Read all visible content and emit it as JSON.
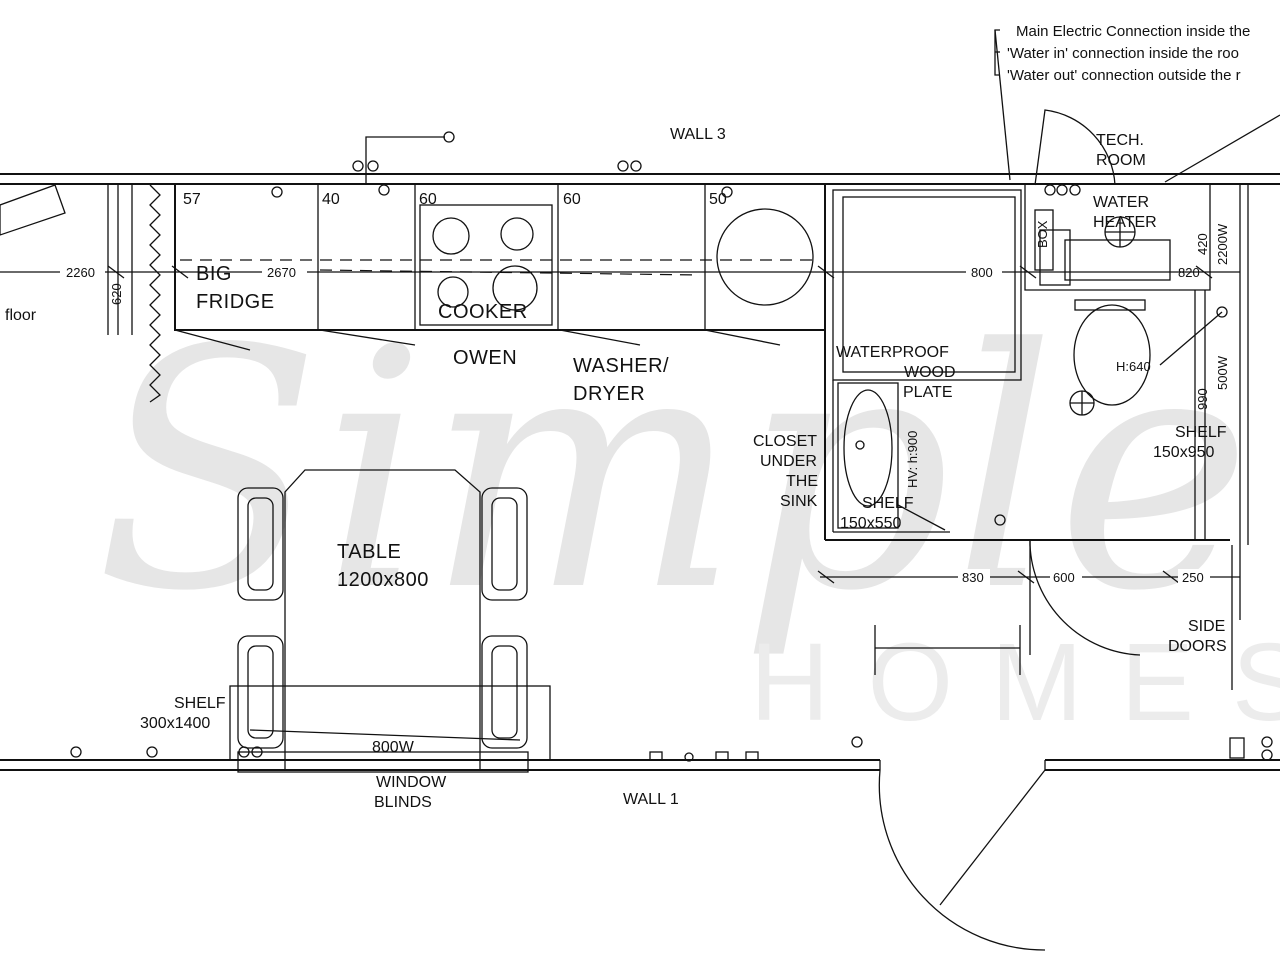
{
  "notes": {
    "line1": "Main Electric Connection inside the",
    "line2": "'Water in' connection inside the roo",
    "line3": "'Water out' connection outside the r"
  },
  "walls": {
    "wall3": "WALL 3",
    "wall1": "WALL 1"
  },
  "rooms": {
    "tech_room_line1": "TECH.",
    "tech_room_line2": "ROOM",
    "floor": "floor"
  },
  "appliances": {
    "big_fridge_line1": "BIG",
    "big_fridge_line2": "FRIDGE",
    "cooker": "COOKER",
    "owen": "OWEN",
    "washer_line1": "WASHER/",
    "washer_line2": "DRYER",
    "water_heater_line1": "WATER",
    "water_heater_line2": "HEATER",
    "box": "BOX"
  },
  "cabinets": {
    "c1": "57",
    "c2": "40",
    "c3": "60",
    "c4": "60",
    "c5": "50"
  },
  "bathroom": {
    "waterproof_line1": "WATERPROOF",
    "waterproof_line2": "WOOD",
    "waterproof_line3": "PLATE",
    "closet_line1": "CLOSET",
    "closet_line2": "UNDER",
    "closet_line3": "THE",
    "closet_line4": "SINK",
    "sink_height": "HV: h:900",
    "shelf_line1": "SHELF",
    "shelf_line2": "150x550",
    "toilet_height": "H:640",
    "shelf2_line1": "SHELF",
    "shelf2_line2": "150x950"
  },
  "dining": {
    "table_line1": "TABLE",
    "table_line2": "1200x800",
    "shelf_line1": "SHELF",
    "shelf_line2": "300x1400",
    "heater": "800W",
    "blinds_line1": "WINDOW",
    "blinds_line2": "BLINDS"
  },
  "doors": {
    "side_line1": "SIDE",
    "side_line2": "DOORS"
  },
  "dimensions": {
    "d2260": "2260",
    "d620": "620",
    "d2670": "2670",
    "d800": "800",
    "d820": "820",
    "d420": "420",
    "d2200w": "2200W",
    "d500w": "500W",
    "d990": "990",
    "d830": "830",
    "d600": "600",
    "d250": "250"
  },
  "watermark": {
    "brand": "Simple",
    "sub": "HOMES"
  }
}
